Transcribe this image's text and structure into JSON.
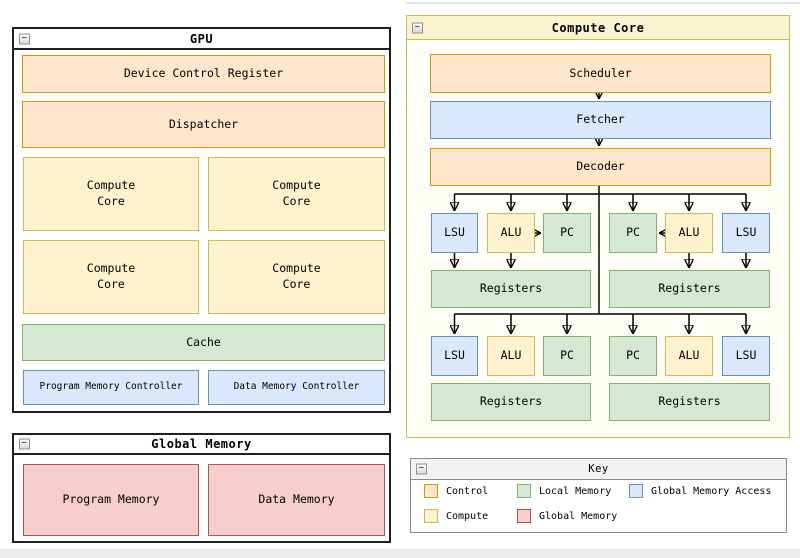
{
  "icons": {
    "collapse": "−"
  },
  "colors": {
    "control_fill": "#ffe6cc",
    "control_border": "#d79b00",
    "compute_fill": "#fff2cc",
    "compute_border": "#d6b656",
    "local_memory_fill": "#d5e8d4",
    "local_memory_border": "#82b366",
    "global_memory_access_fill": "#dae8fc",
    "global_memory_access_border": "#6c8ebf",
    "global_memory_fill": "#f8cecc",
    "global_memory_border": "#b85450",
    "window_border_dark": "#1f1f1f",
    "window_border_gold": "#d0b75a",
    "window_border_gray": "#8c8c8c"
  },
  "gpu": {
    "title": "GPU",
    "device_control_register": "Device Control Register",
    "dispatcher": "Dispatcher",
    "compute_core": "Compute\nCore",
    "cache": "Cache",
    "program_memory_controller": "Program Memory Controller",
    "data_memory_controller": "Data Memory Controller"
  },
  "global_memory": {
    "title": "Global Memory",
    "program_memory": "Program Memory",
    "data_memory": "Data Memory"
  },
  "compute_core": {
    "title": "Compute Core",
    "scheduler": "Scheduler",
    "fetcher": "Fetcher",
    "decoder": "Decoder",
    "lsu": "LSU",
    "alu": "ALU",
    "pc": "PC",
    "registers": "Registers"
  },
  "key": {
    "title": "Key",
    "items": [
      {
        "label": "Control",
        "color": "#ffe6cc",
        "border": "#d79b00"
      },
      {
        "label": "Local Memory",
        "color": "#d5e8d4",
        "border": "#82b366"
      },
      {
        "label": "Global Memory Access",
        "color": "#dae8fc",
        "border": "#6c8ebf"
      },
      {
        "label": "Compute",
        "color": "#fff2cc",
        "border": "#d6b656"
      },
      {
        "label": "Global Memory",
        "color": "#f8cecc",
        "border": "#b85450"
      }
    ]
  }
}
